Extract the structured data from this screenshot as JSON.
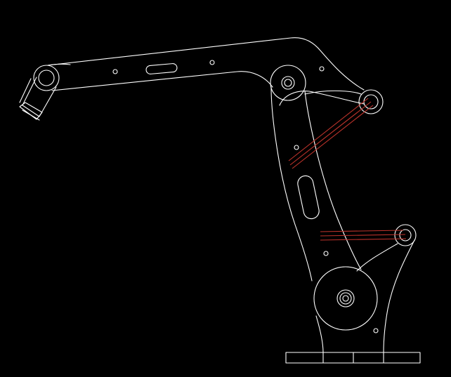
{
  "drawing": {
    "background": "#000000",
    "line_color": "#ffffff",
    "accent_color": "#c0342c",
    "parts": [
      "upper-arm",
      "end-effector",
      "forearm",
      "rear-link",
      "base-link",
      "base-plate",
      "link-rod-upper",
      "link-rod-lower"
    ]
  }
}
